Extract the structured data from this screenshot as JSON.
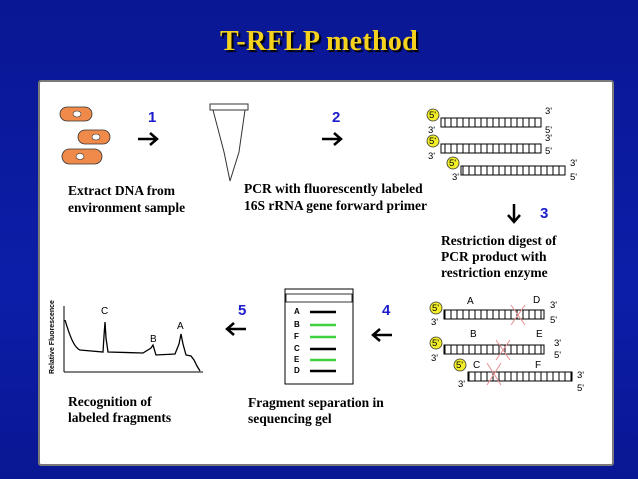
{
  "title": "T-RFLP method",
  "steps": [
    {
      "number": "1",
      "caption_lines": [
        "Extract DNA from",
        "environment sample"
      ]
    },
    {
      "number": "2",
      "caption_lines": [
        "PCR with fluorescently labeled",
        "16S rRNA gene forward primer"
      ]
    },
    {
      "number": "3",
      "caption_lines": [
        "Restriction digest of",
        "PCR product with",
        "restriction enzyme"
      ]
    },
    {
      "number": "4",
      "caption_lines": [
        "Fragment separation in",
        "sequencing gel"
      ]
    },
    {
      "number": "5",
      "caption_lines": [
        "Recognition of",
        "labeled fragments"
      ]
    }
  ],
  "strand_ends": {
    "five": "5'",
    "three": "3'"
  },
  "fragment_labels": [
    "A",
    "B",
    "C",
    "D",
    "E",
    "F"
  ],
  "gel_lanes": [
    "A",
    "B",
    "F",
    "C",
    "E",
    "D"
  ],
  "chromatogram": {
    "y_label": "Relative Fluorescence",
    "peaks": [
      "C",
      "B",
      "A"
    ]
  },
  "colors": {
    "title": "#f5d21e",
    "background": "#0c1a9c",
    "step_number": "#1c1ccc",
    "fluor_label": "#f2ef2a",
    "cut_mark": "#e89090",
    "gel_band_green": "#3fd13f",
    "cell": "#f08a4a"
  }
}
